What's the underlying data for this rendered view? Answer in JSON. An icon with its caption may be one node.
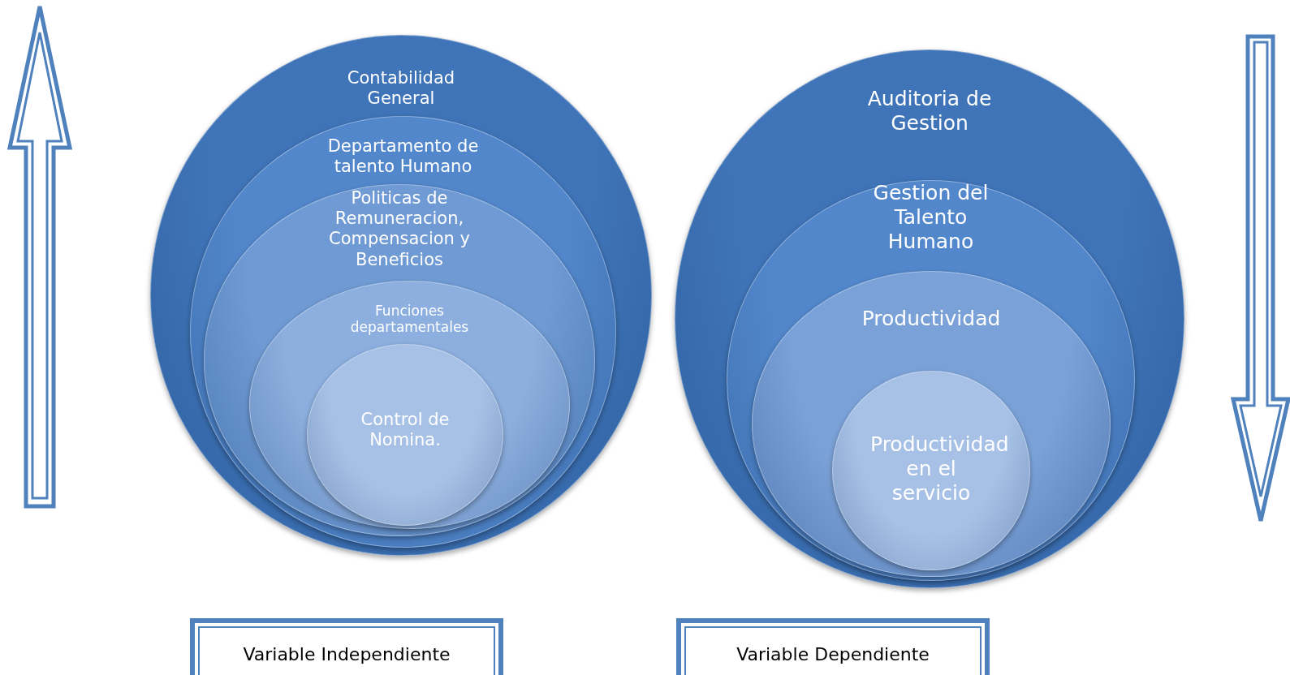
{
  "diagram": {
    "nodes": [
      {
        "text": [
          "Contabilidad General"
        ]
      },
      {
        "text": [
          "Departamento de talento Humano"
        ],
        "in": 0
      },
      {
        "text": [
          "Politicas de Remuneracion, Compensacion y Beneficios"
        ],
        "in": 1
      },
      {
        "text": [
          "Funciones departamentales"
        ],
        "in": 2
      },
      {
        "text": [
          "Control de Nomina."
        ],
        "in": 3
      },
      {
        "text": [
          "Auditoria de Gestion"
        ]
      },
      {
        "text": [
          "Gestion del Talento Humano"
        ],
        "in": 5
      },
      {
        "text": [
          "Productividad"
        ],
        "in": 6
      },
      {
        "text": [
          "Productividad en el servicio"
        ],
        "in": 7
      },
      {
        "text": [
          "Variable Independiente"
        ]
      },
      {
        "text": [
          "Variable Dependiente"
        ]
      }
    ]
  }
}
